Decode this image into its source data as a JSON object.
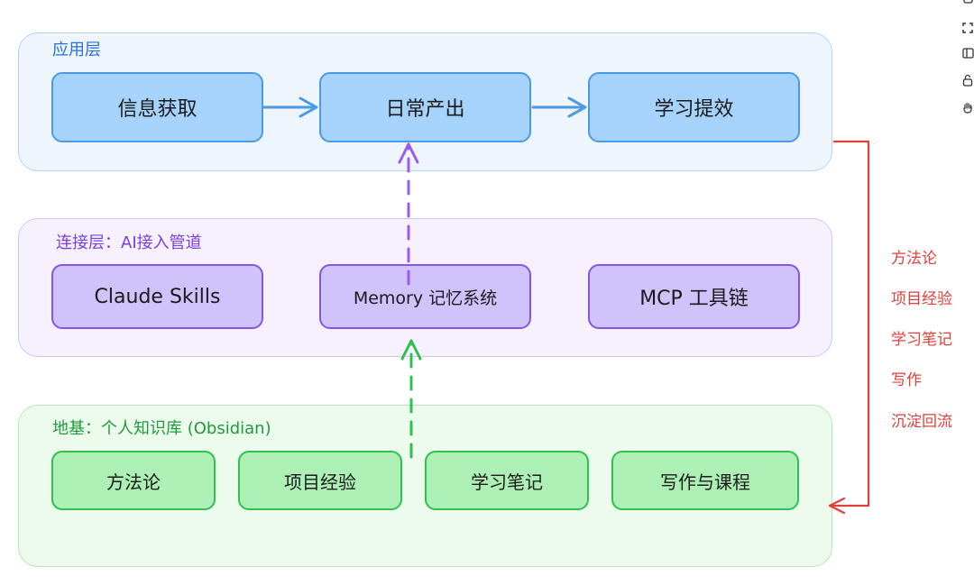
{
  "layers": {
    "application": {
      "title": "应用层",
      "items": [
        "信息获取",
        "日常产出",
        "学习提效"
      ]
    },
    "connection": {
      "title": "连接层：AI接入管道",
      "items": [
        "Claude Skills",
        "Memory 记忆系统",
        "MCP 工具链"
      ]
    },
    "foundation": {
      "title": "地基：个人知识库 (Obsidian)",
      "items": [
        "方法论",
        "项目经验",
        "学习笔记",
        "写作与课程"
      ]
    }
  },
  "feedback_loop": {
    "labels": [
      "方法论",
      "项目经验",
      "学习笔记",
      "写作",
      "沉淀回流"
    ]
  },
  "colors": {
    "application": "#4b9ae4",
    "connection": "#8654e6",
    "foundation": "#2fbf52",
    "feedback": "#e0403a"
  },
  "toolbar": {
    "icons": [
      "lock-icon",
      "fullscreen-icon",
      "panel-icon",
      "unlock-icon",
      "hand-icon"
    ]
  }
}
